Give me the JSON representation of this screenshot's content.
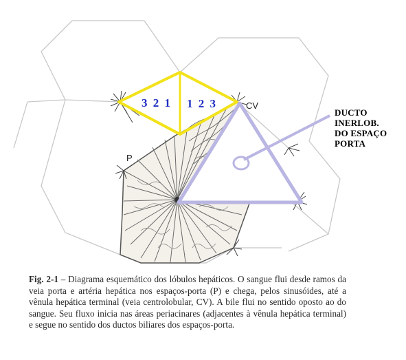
{
  "labels": {
    "cv": "CV",
    "p": "P",
    "zones_left": "3 2 1",
    "zones_right": "1 2 3",
    "duct_line1": "DUCTO",
    "duct_line2": "INERLOB.",
    "duct_line3": "DO ESPAÇO",
    "duct_line4": "PORTA"
  },
  "caption": {
    "figure_label": "Fig. 2-1",
    "text": " – Diagrama esquemático dos lóbulos hepáticos. O sangue flui desde ramos da veia porta e artéria hepática nos espaços-porta (P) e chega, pelos sinusóides, até a vênula hepática terminal (veia centrolobular, CV). A bile flui no sentido oposto ao do sangue. Seu fluxo inicia nas áreas periacinares (adjacentes à vênula hepática terminal) e segue no sentido dos ductos biliares dos espaços-porta."
  },
  "colors": {
    "yellow_rhombus": "#f2e21a",
    "triangle_outline": "#b9b6e3",
    "zone_text": "#1f2fc0",
    "hexagon_lines": "#c8c8c8"
  }
}
